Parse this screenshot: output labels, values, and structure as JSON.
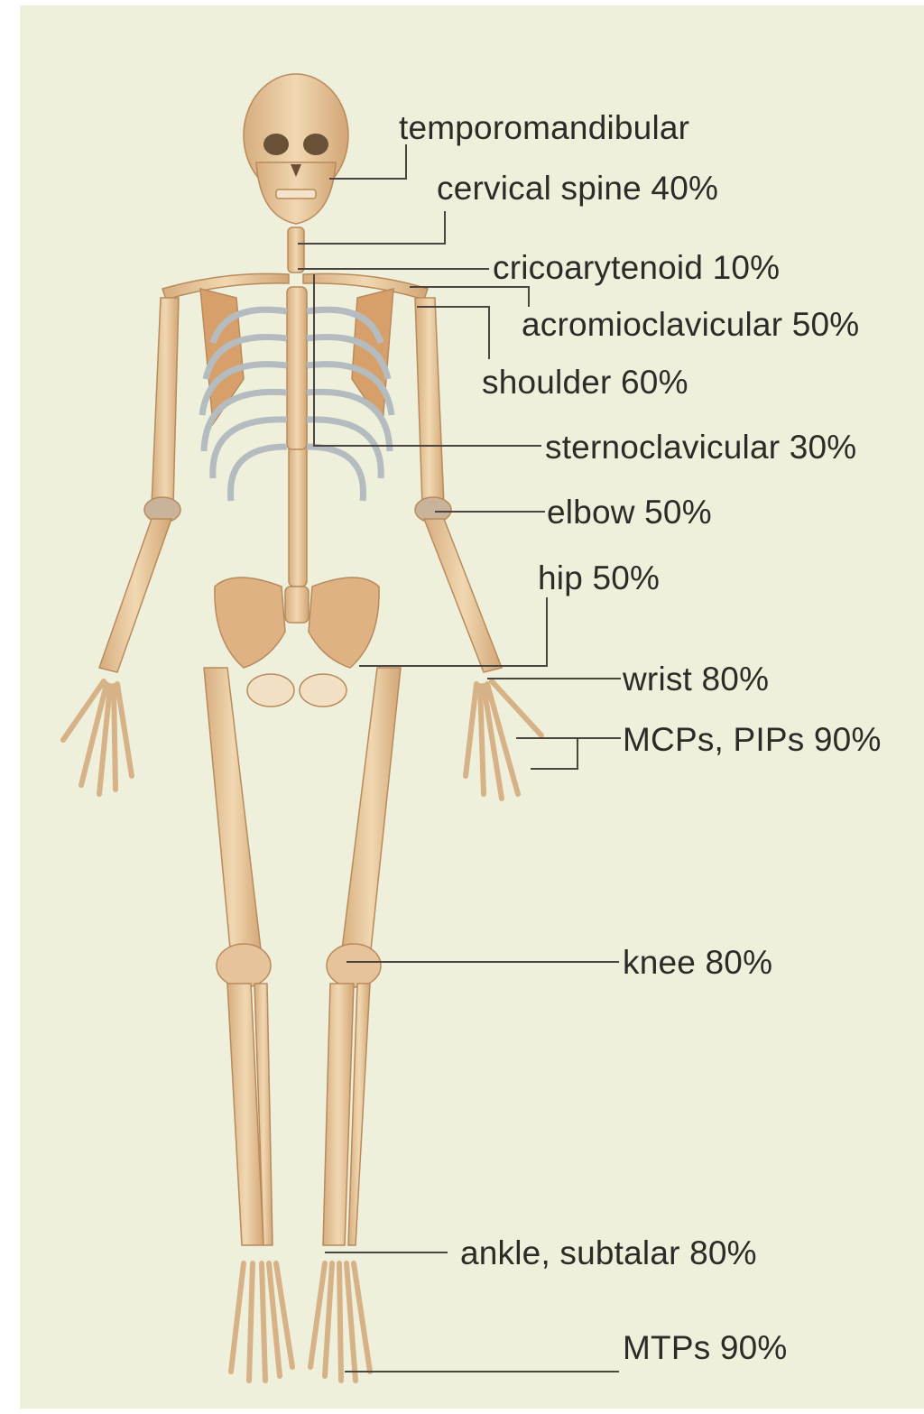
{
  "colors": {
    "background": "#eef0dc",
    "bone": "#e8c99e",
    "bone_shade": "#c99c6c",
    "rib_grey": "#aeb7bd",
    "leader_line": "#4a4540",
    "label_text": "#2e2a26"
  },
  "labels": {
    "temporomandibular": "temporomandibular",
    "cervical_spine": "cervical spine 40%",
    "cricoarytenoid": "cricoarytenoid 10%",
    "acromioclavicular": "acromioclavicular 50%",
    "shoulder": "shoulder 60%",
    "sternoclavicular": "sternoclavicular 30%",
    "elbow": "elbow 50%",
    "hip": "hip 50%",
    "wrist": "wrist 80%",
    "mcps_pips": "MCPs, PIPs 90%",
    "knee": "knee 80%",
    "ankle_subtalar": "ankle, subtalar 80%",
    "mtps": "MTPs 90%"
  }
}
